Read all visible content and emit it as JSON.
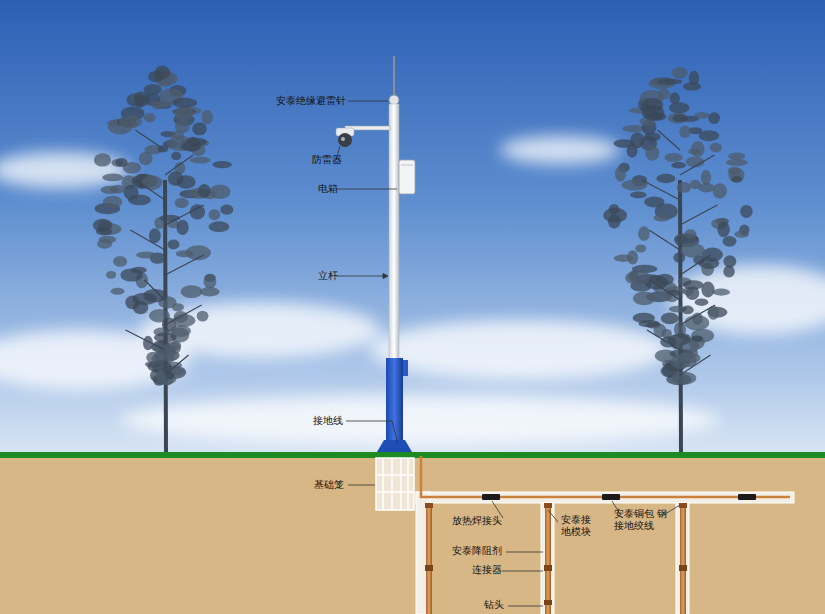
{
  "diagram": {
    "labels": [
      "安泰绝缘避雷针",
      "防雷器",
      "电箱",
      "立杆",
      "接地线",
      "基础笼",
      "放热焊接头",
      "安泰接 地模块",
      "安泰铜包 钢接地绞线",
      "安泰降阻剂",
      "连接器",
      "钻头"
    ]
  }
}
